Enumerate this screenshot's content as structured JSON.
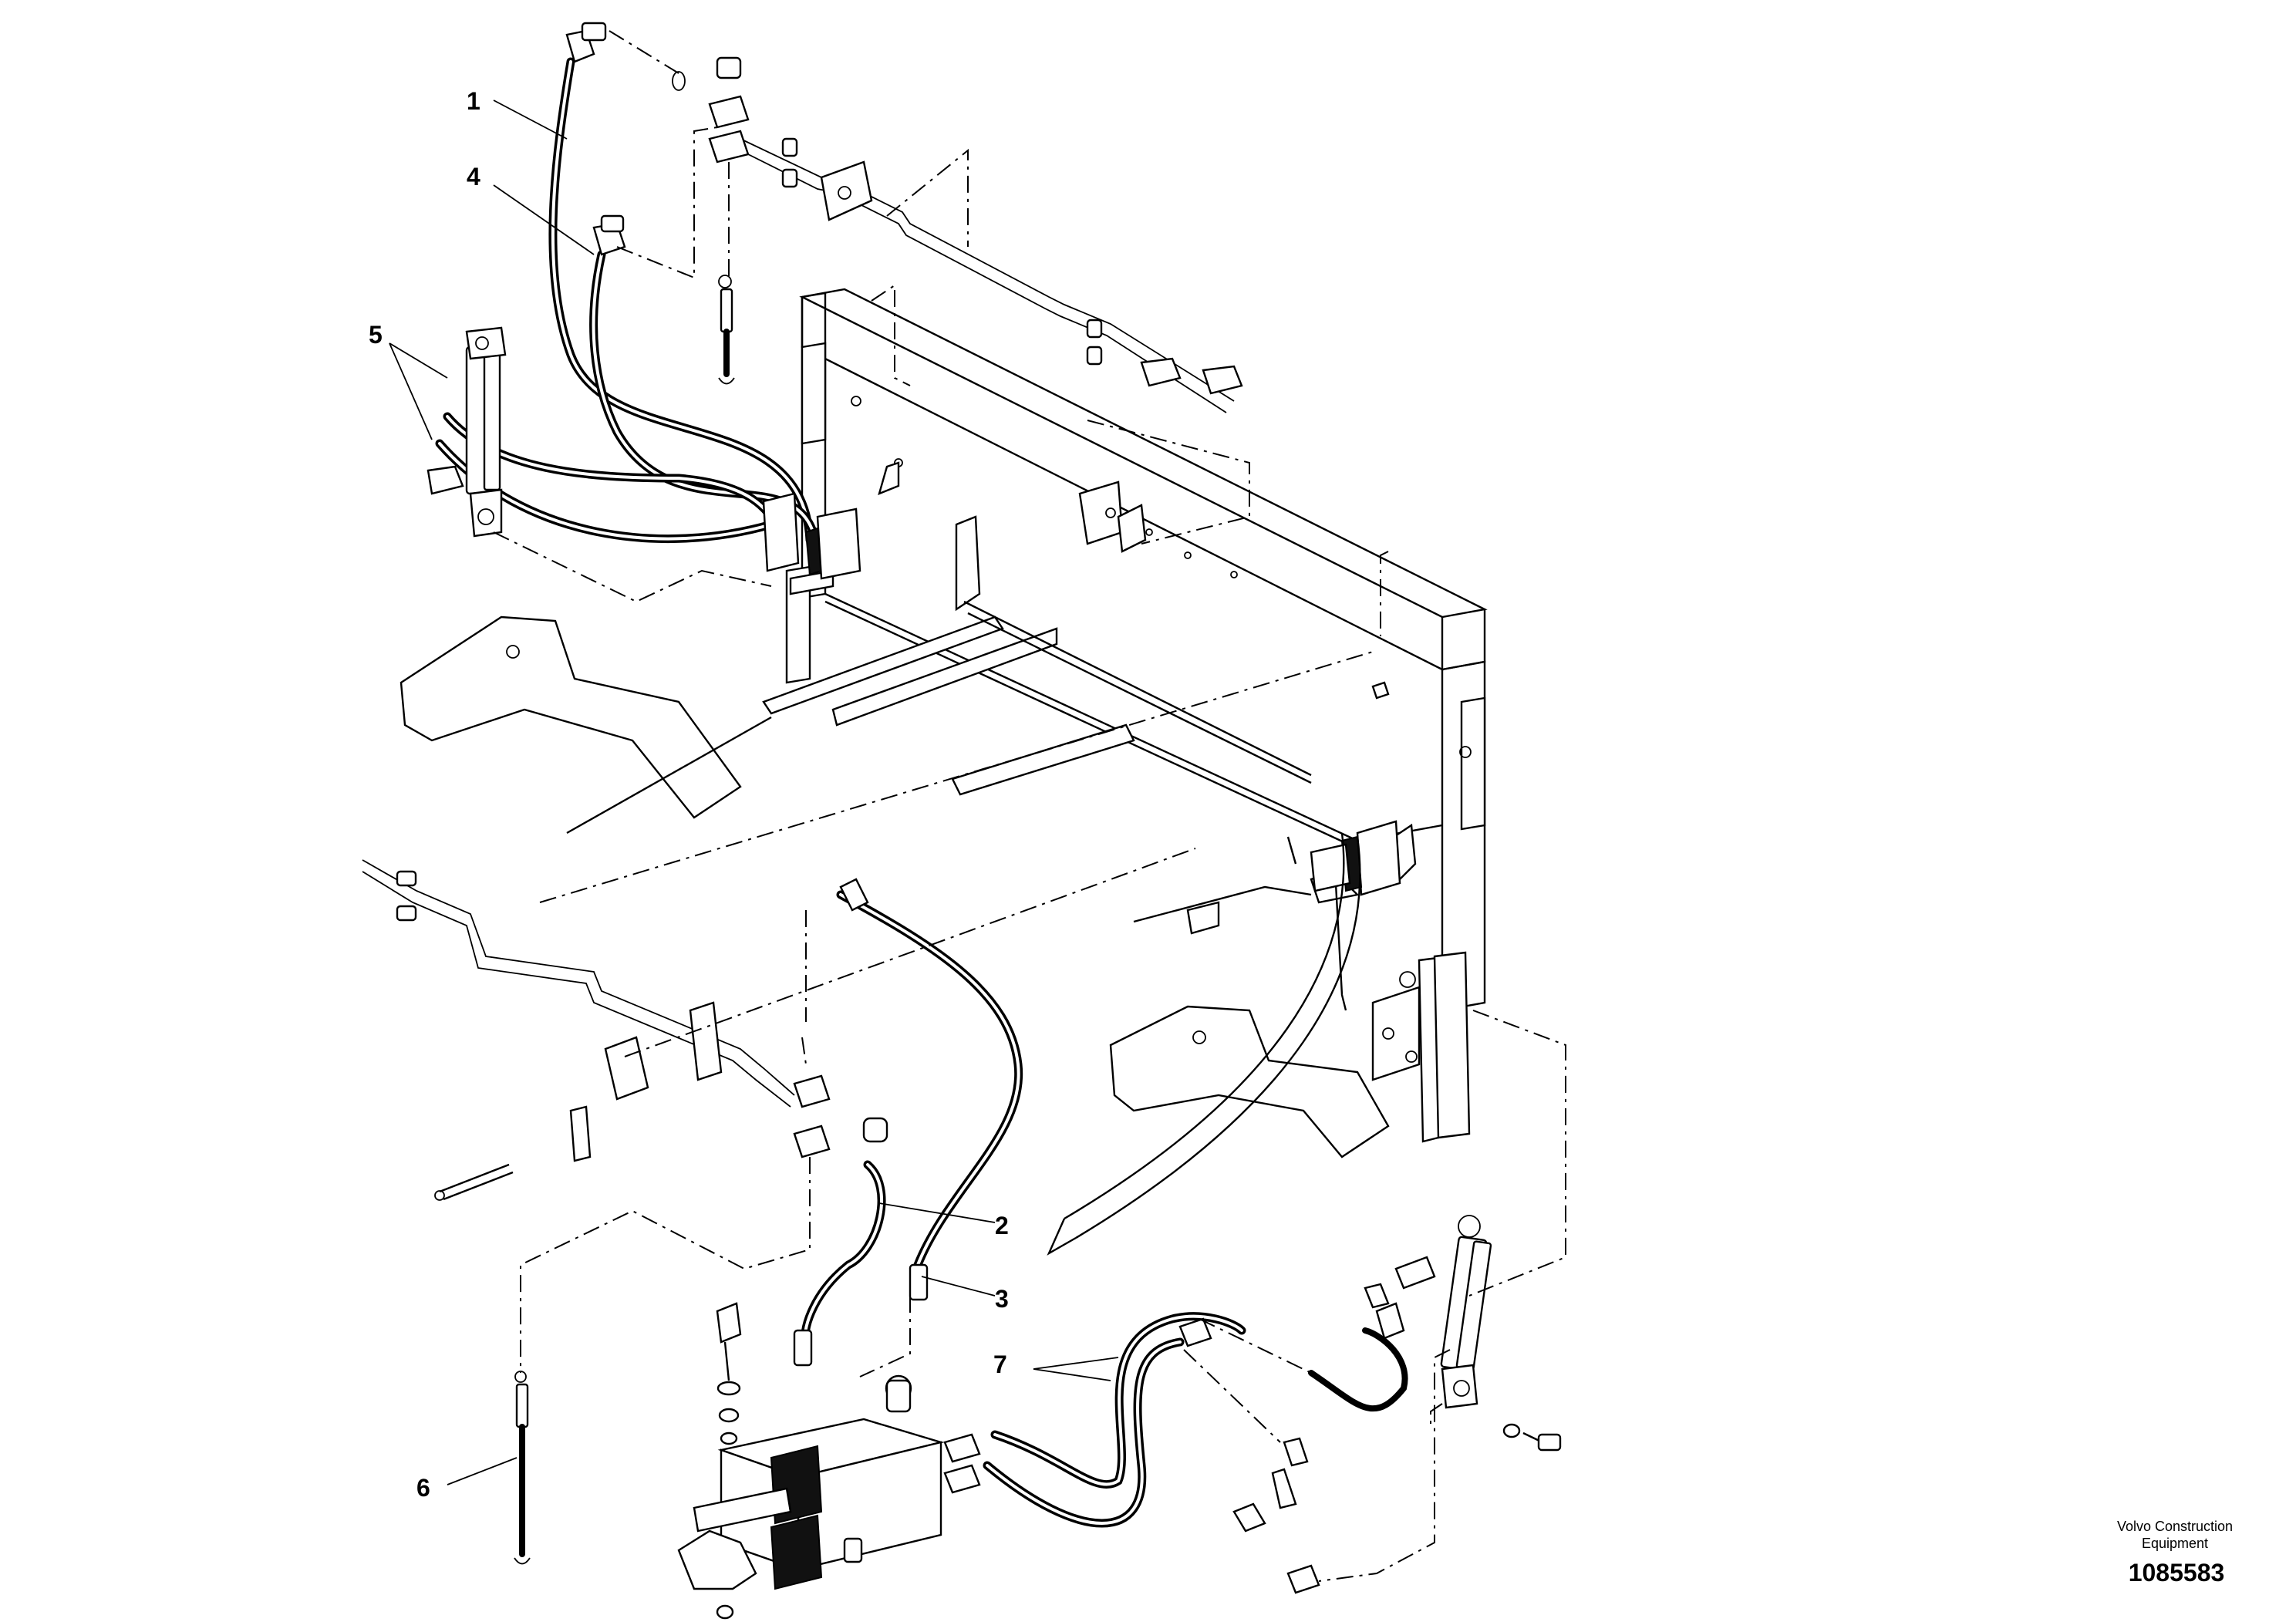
{
  "drawing": {
    "callouts": [
      "1",
      "2",
      "3",
      "4",
      "5",
      "6",
      "7"
    ],
    "brand_line1": "Volvo Construction",
    "brand_line2": "Equipment",
    "doc_number": "1085583"
  },
  "colors": {
    "ink": "#000000",
    "paper": "#ffffff"
  }
}
